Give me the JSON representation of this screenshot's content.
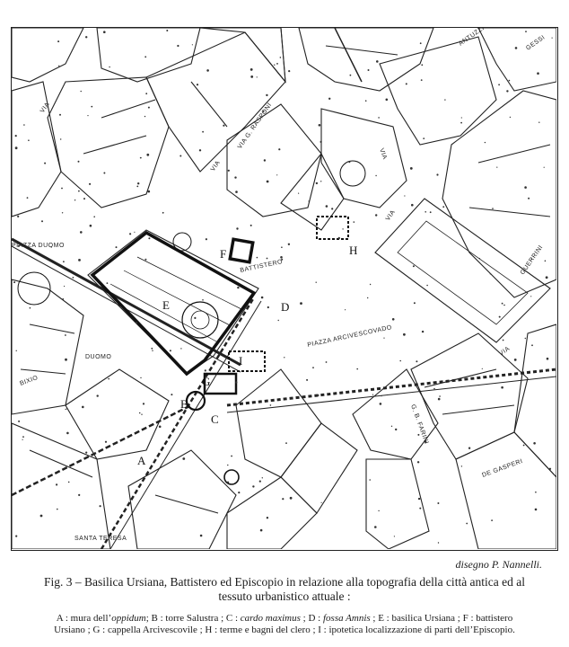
{
  "map": {
    "street_labels": {
      "piazza_duomo": "PIAZZA DUOMO",
      "battistero": "BATTISTERO",
      "duomo": "DUOMO",
      "piazza_arcivescovado": "PIAZZA ARCIVESCOVADO",
      "santa_teresa": "SANTA TERESA",
      "via_rasponi": "VIA G. RASPONI",
      "via_gessi": "GESSI",
      "via_antuzzi": "ANTUZZI",
      "via_guerrini": "GUERRINI",
      "via_gasperi": "DE GASPERI",
      "via_giuseppe": "G. B. FARINI",
      "via_generic": "VIA",
      "via_barbiani": "BIXIO"
    },
    "letters": {
      "a": "A",
      "b": "B",
      "c": "C",
      "d": "D",
      "e": "E",
      "f": "F",
      "g": "G",
      "h": "H",
      "i": "I"
    }
  },
  "credit": "disegno P. Nannelli.",
  "caption": "Fig. 3 – Basilica Ursiana, Battistero ed Episcopio in relazione alla topografia della città antica ed al tessuto urbanistico attuale :",
  "legend": {
    "a_label": "A : mura dell’",
    "a_term": "oppidum",
    "b": "; B : torre Salustra ; C : ",
    "c_term": "cardo maximus",
    "d": " ; D : ",
    "d_term": "fossa Amnis",
    "rest": " ; E : basilica Ursiana ; F : battistero Ursiano ; G : cappella Arcivescovile ; H : terme e bagni del clero ; I : ipotetica localizzazione di parti dell’Episcopio."
  }
}
